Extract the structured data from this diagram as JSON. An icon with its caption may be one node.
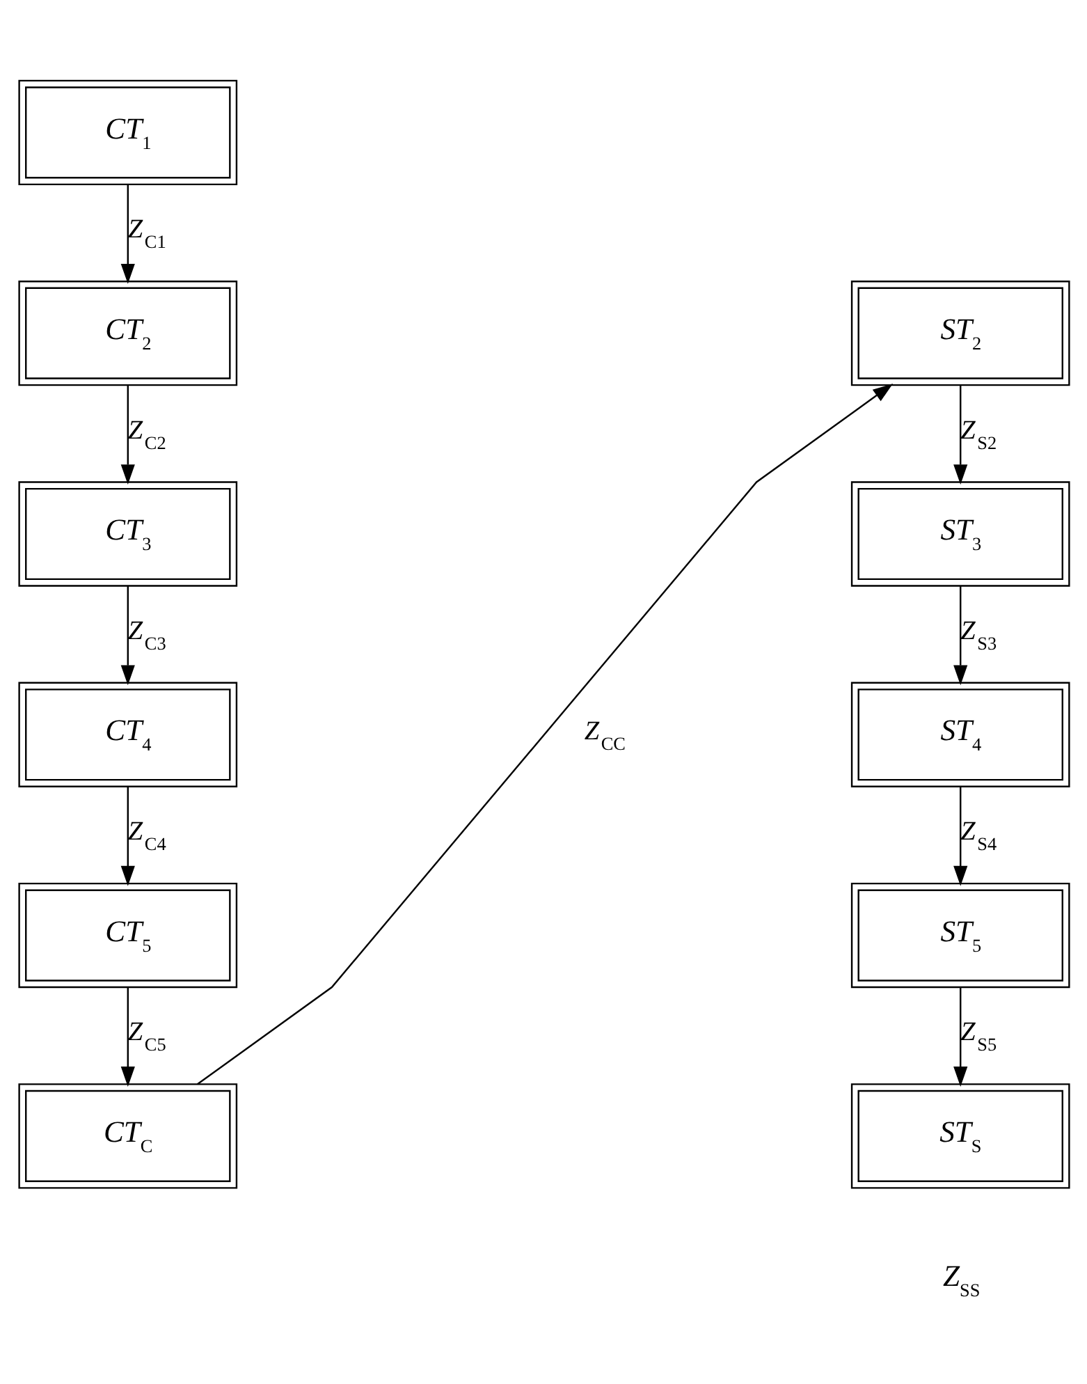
{
  "diagram": {
    "nodes": [
      {
        "text": [
          "CT$_{1}$"
        ]
      },
      {
        "text": [
          "CT$_{2}$"
        ]
      },
      {
        "text": [
          "CT$_{3}$"
        ]
      },
      {
        "text": [
          "CT$_{4}$"
        ]
      },
      {
        "text": [
          "CT$_{5}$"
        ]
      },
      {
        "text": [
          "CT$_{C}$"
        ]
      },
      {
        "text": [
          "ST$_{2}$"
        ]
      },
      {
        "text": [
          "ST$_{3}$"
        ]
      },
      {
        "text": [
          "ST$_{4}$"
        ]
      },
      {
        "text": [
          "ST$_{5}$"
        ]
      },
      {
        "text": [
          "ST$_{S}$"
        ],
        "beside": [
          "Z$_{SS}$"
        ]
      }
    ],
    "edges": [
      {
        "from": 0,
        "to": 1,
        "arrow": "to",
        "label": "Z$_{C1}$"
      },
      {
        "from": 1,
        "to": 2,
        "arrow": "to",
        "label": "Z$_{C2}$"
      },
      {
        "from": 2,
        "to": 3,
        "arrow": "to",
        "label": "Z$_{C3}$"
      },
      {
        "from": 3,
        "to": 4,
        "arrow": "to",
        "label": "Z$_{C4}$"
      },
      {
        "from": 4,
        "to": 5,
        "arrow": "to",
        "label": "Z$_{C5}$"
      },
      {
        "from": 5,
        "to": 6,
        "arrow": "to",
        "label": "Z$_{CC}$"
      },
      {
        "from": 6,
        "to": 7,
        "arrow": "to",
        "label": "Z$_{S2}$"
      },
      {
        "from": 7,
        "to": 8,
        "arrow": "to",
        "label": "Z$_{S3}$"
      },
      {
        "from": 8,
        "to": 9,
        "arrow": "to",
        "label": "Z$_{S4}$"
      },
      {
        "from": 9,
        "to": 10,
        "arrow": "to",
        "label": "Z$_{S5}$"
      }
    ]
  }
}
